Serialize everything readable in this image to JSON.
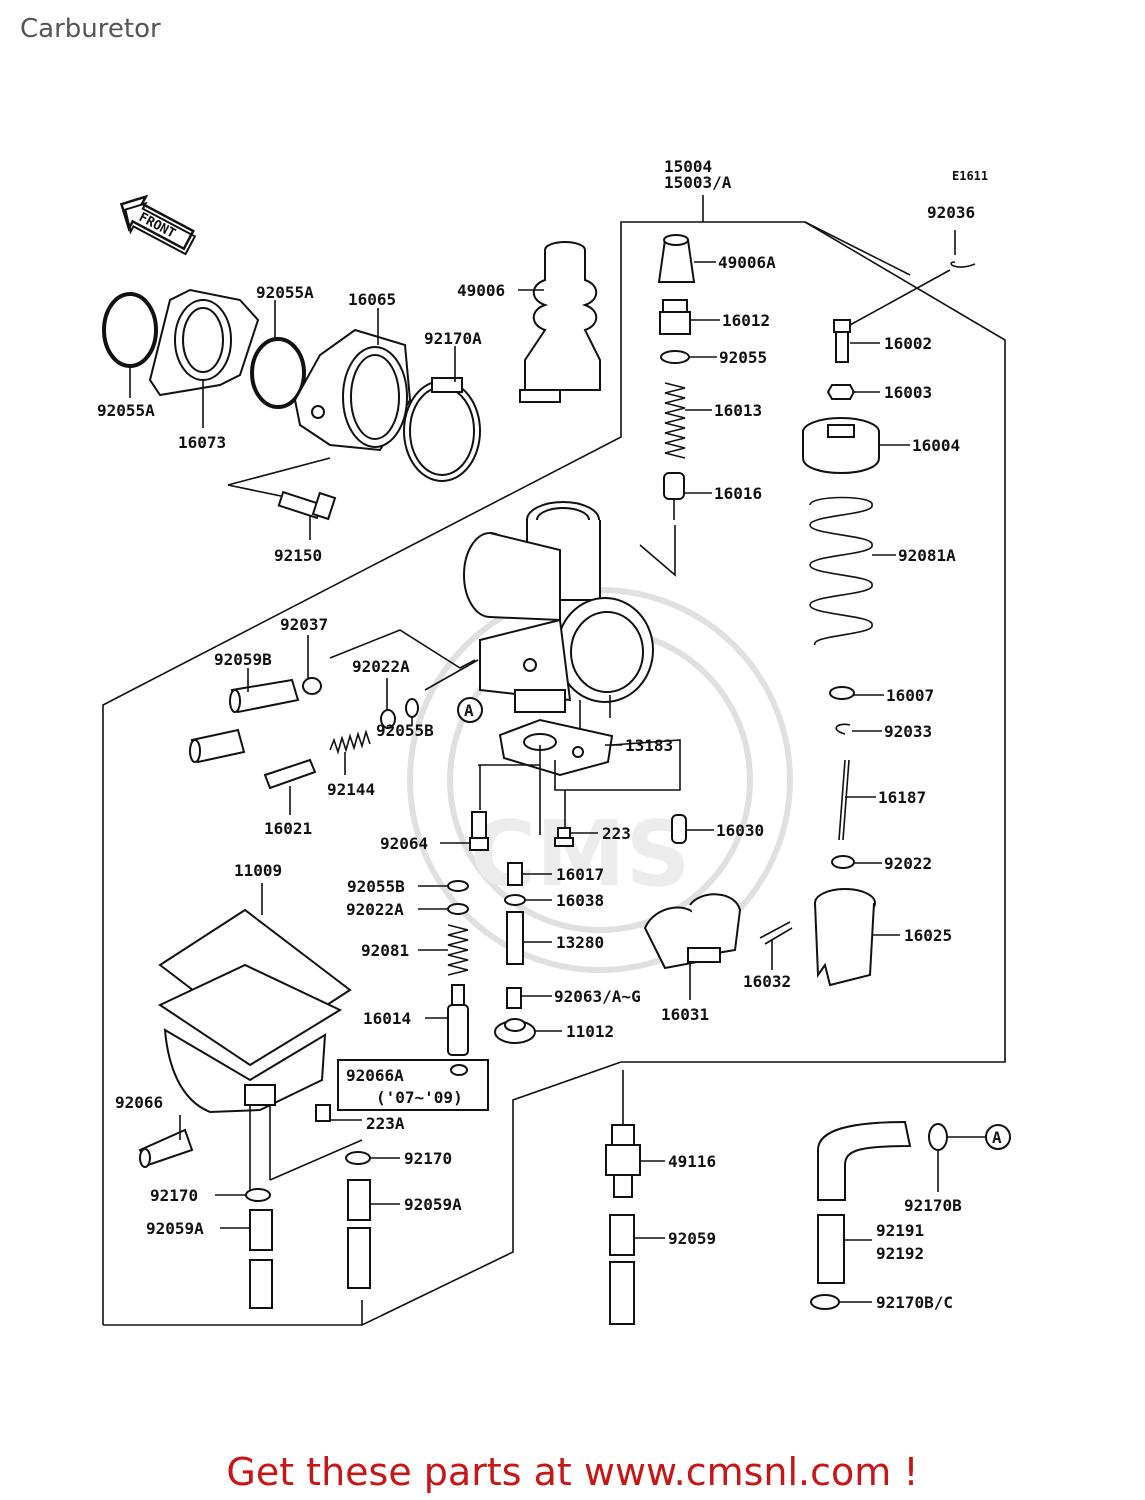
{
  "page": {
    "title": "Carburetor",
    "diagram_code": "E1611",
    "front_label": "FRONT",
    "watermark_text": "CMS",
    "footer_link_text": "Get these parts at www.cmsnl.com !",
    "colors": {
      "footer_link": "#c61616",
      "title": "#555555",
      "lines": "#111111"
    }
  },
  "labels": {
    "p15004": "15004",
    "p15003a": "15003/A",
    "p92036": "92036",
    "p49006a": "49006A",
    "p16012": "16012",
    "p92055": "92055",
    "p16013": "16013",
    "p16016": "16016",
    "p16002": "16002",
    "p16003": "16003",
    "p16004": "16004",
    "p92081a": "92081A",
    "p16007": "16007",
    "p92033": "92033",
    "p16187": "16187",
    "p92022": "92022",
    "p16025": "16025",
    "p16032": "16032",
    "p16031": "16031",
    "p92055a_top": "92055A",
    "p16065": "16065",
    "p49006": "49006",
    "p92170a": "92170A",
    "p92055a_left": "92055A",
    "p16073": "16073",
    "p92150": "92150",
    "p92037": "92037",
    "p92059b": "92059B",
    "p92022a_top": "92022A",
    "p92055b_right": "92055B",
    "p92144": "92144",
    "p16021": "16021",
    "p13183": "13183",
    "p223": "223",
    "p16030": "16030",
    "p92064": "92064",
    "p16017": "16017",
    "p11009": "11009",
    "p92055b_left": "92055B",
    "p16038": "16038",
    "p92022a_left": "92022A",
    "p13280": "13280",
    "p92081": "92081",
    "p92063": "92063/A~G",
    "p16014": "16014",
    "p11012": "11012",
    "p92066a": "92066A",
    "p92066a_years": "('07~'09)",
    "p92066": "92066",
    "p223a": "223A",
    "p92170_right": "92170",
    "p92170_left": "92170",
    "p92059a_right": "92059A",
    "p92059a_left": "92059A",
    "p49116": "49116",
    "p92059": "92059",
    "p92170b": "92170B",
    "p92191": "92191",
    "p92192": "92192",
    "p92170bc": "92170B/C",
    "ref_a": "A"
  }
}
